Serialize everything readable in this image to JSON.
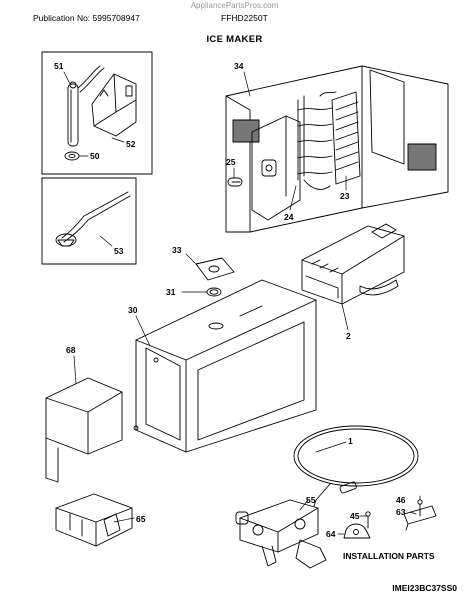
{
  "header": {
    "watermark": "AppliancePartsPros.com",
    "publication": "Publication No: 5995708947",
    "model": "FFHD2250T",
    "title": "ICE MAKER"
  },
  "footer": {
    "diagram_code": "IMEI23BC37SS0",
    "installation_parts": "INSTALLATION PARTS"
  },
  "parts": {
    "p51": "51",
    "p52": "52",
    "p50": "50",
    "p53": "53",
    "p34": "34",
    "p25": "25",
    "p24": "24",
    "p23": "23",
    "p33": "33",
    "p31": "31",
    "p30": "30",
    "p2": "2",
    "p68": "68",
    "p65": "65",
    "p1": "1",
    "p55": "55",
    "p46": "46",
    "p45": "45",
    "p63": "63",
    "p64": "64"
  }
}
